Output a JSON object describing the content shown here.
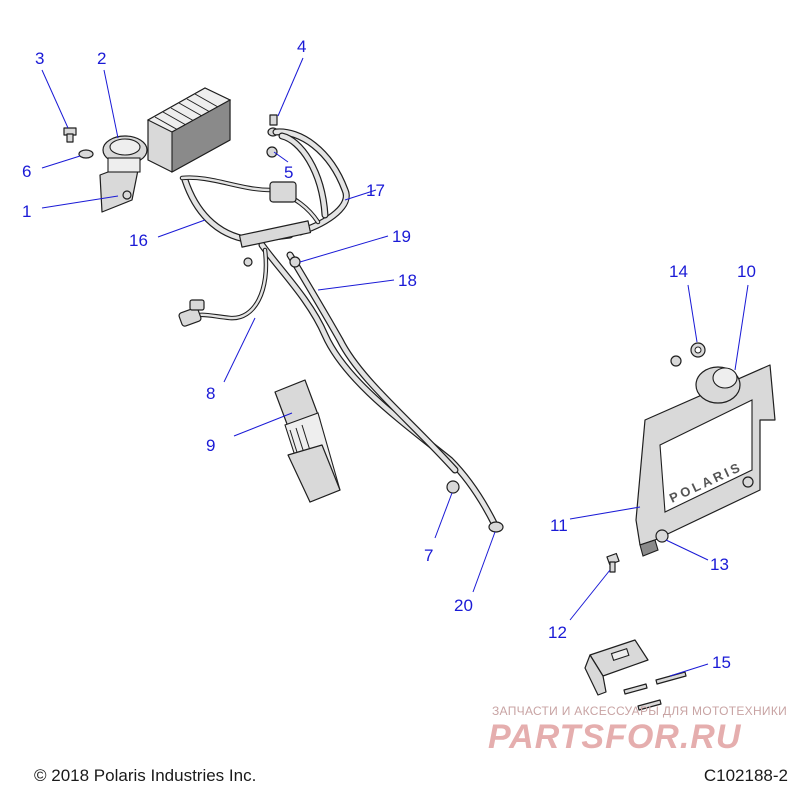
{
  "callouts": [
    {
      "id": "1",
      "label": "1"
    },
    {
      "id": "2",
      "label": "2"
    },
    {
      "id": "3",
      "label": "3"
    },
    {
      "id": "4",
      "label": "4"
    },
    {
      "id": "5",
      "label": "5"
    },
    {
      "id": "6",
      "label": "6"
    },
    {
      "id": "7",
      "label": "7"
    },
    {
      "id": "8",
      "label": "8"
    },
    {
      "id": "9",
      "label": "9"
    },
    {
      "id": "10",
      "label": "10"
    },
    {
      "id": "11",
      "label": "11"
    },
    {
      "id": "12",
      "label": "12"
    },
    {
      "id": "13",
      "label": "13"
    },
    {
      "id": "14",
      "label": "14"
    },
    {
      "id": "15",
      "label": "15"
    },
    {
      "id": "16",
      "label": "16"
    },
    {
      "id": "17",
      "label": "17"
    },
    {
      "id": "18",
      "label": "18"
    },
    {
      "id": "19",
      "label": "19"
    },
    {
      "id": "20",
      "label": "20"
    }
  ],
  "plate_text": "POLARIS",
  "footer": {
    "copyright": "© 2018 Polaris Industries Inc.",
    "drawing_id": "C102188-2"
  },
  "watermark": {
    "text": "ЗАПЧАСТИ И АКСЕССУАРЫ ДЛЯ МОТОТЕХНИКИ",
    "logo": "PARTSFOR.RU"
  },
  "colors": {
    "callout": "#1a1ad6",
    "line_art": "#1f1f1f",
    "watermark": "#e1a0a0"
  }
}
